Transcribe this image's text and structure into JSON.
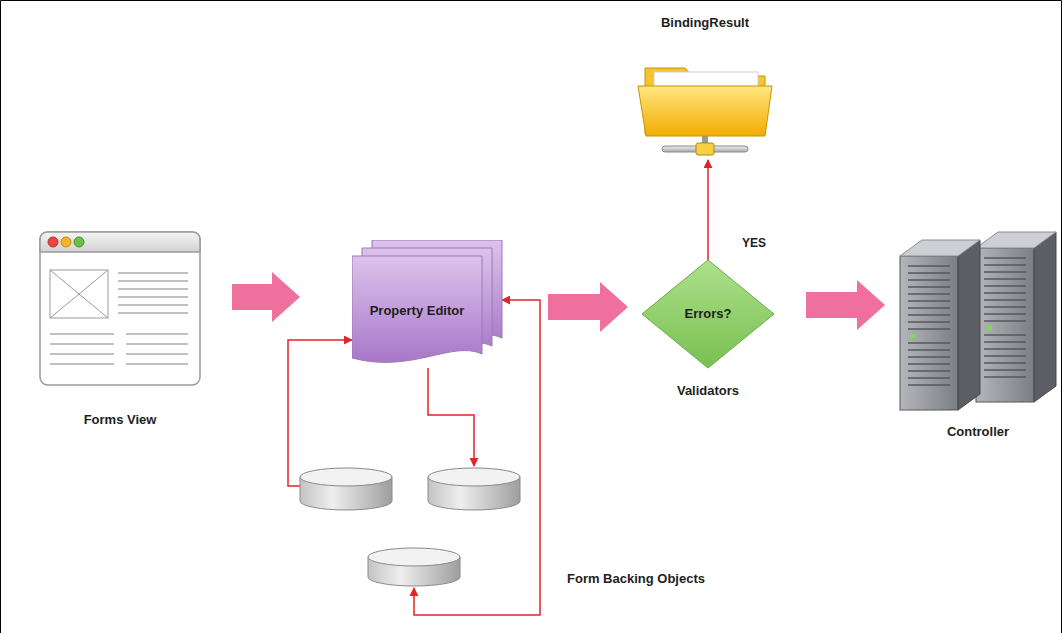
{
  "diagram": {
    "nodes": [
      {
        "text": [
          "Forms View"
        ]
      },
      {
        "text": [
          "Property Editor"
        ]
      },
      {
        "text": [
          "Form Backing Objects"
        ]
      },
      {
        "text": [
          "Errors?",
          "Validators"
        ]
      },
      {
        "text": [
          "BindingResult"
        ]
      },
      {
        "text": [
          "Controller"
        ]
      }
    ],
    "edges": [
      {
        "from": 0,
        "to": 1,
        "arrow": "to"
      },
      {
        "from": 1,
        "to": 3,
        "arrow": "to"
      },
      {
        "from": 3,
        "to": 5,
        "arrow": "to"
      },
      {
        "from": 3,
        "to": 4,
        "arrow": "to",
        "label": "YES"
      },
      {
        "from": 1,
        "to": 2,
        "arrow": "to"
      },
      {
        "from": 2,
        "to": 1,
        "arrow": "to"
      },
      {
        "from": 1,
        "to": 2,
        "arrow": "both"
      }
    ]
  }
}
